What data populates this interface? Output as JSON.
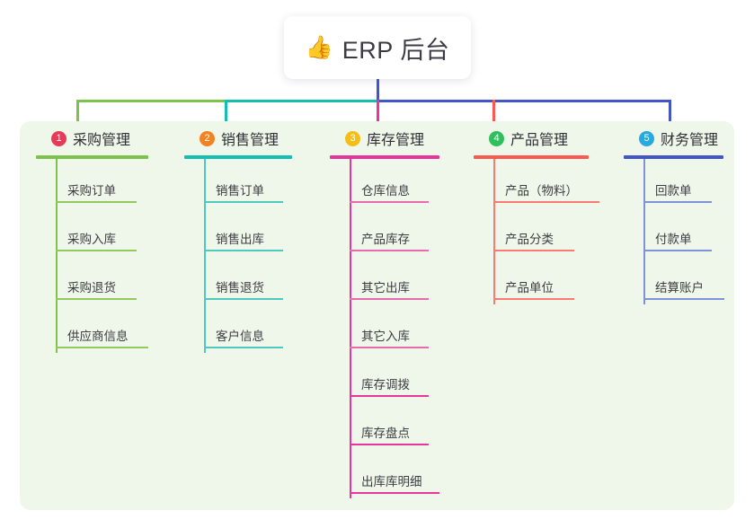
{
  "diagram": {
    "root": {
      "icon": "thumbs-up-icon",
      "emoji": "👍",
      "title": "ERP 后台"
    },
    "panel_background": "#eef7e9",
    "columns": [
      {
        "index": "1",
        "title": "采购管理",
        "badge_color": "#e63b58",
        "accent": "#7cc24b",
        "connector_color": "#7cc24b",
        "items": [
          "采购订单",
          "采购入库",
          "采购退货",
          "供应商信息"
        ]
      },
      {
        "index": "2",
        "title": "销售管理",
        "badge_color": "#f58220",
        "accent": "#12bfb0",
        "connector_color": "#12bfb0",
        "items": [
          "销售订单",
          "销售出库",
          "销售退货",
          "客户信息"
        ]
      },
      {
        "index": "3",
        "title": "库存管理",
        "badge_color": "#f5bd18",
        "accent": "#e8359b",
        "connector_color": "#e8359b",
        "items": [
          "仓库信息",
          "产品库存",
          "其它出库",
          "其它入库",
          "库存调拨",
          "库存盘点",
          "出库库明细"
        ]
      },
      {
        "index": "4",
        "title": "产品管理",
        "badge_color": "#2fbf5c",
        "accent": "#fb5a52",
        "connector_color": "#fb5a52",
        "items": [
          "产品（物料）",
          "产品分类",
          "产品单位"
        ]
      },
      {
        "index": "5",
        "title": "财务管理",
        "badge_color": "#28aae1",
        "accent": "#4256c8",
        "connector_color": "#4256c8",
        "items": [
          "回款单",
          "付款单",
          "结算账户"
        ]
      }
    ],
    "connectors": {
      "trunk_color": "#4256c8",
      "bus_left_color": "#7cc24b",
      "bus_mid_color": "#12bfb0",
      "bus_right_color": "#4256c8"
    }
  }
}
